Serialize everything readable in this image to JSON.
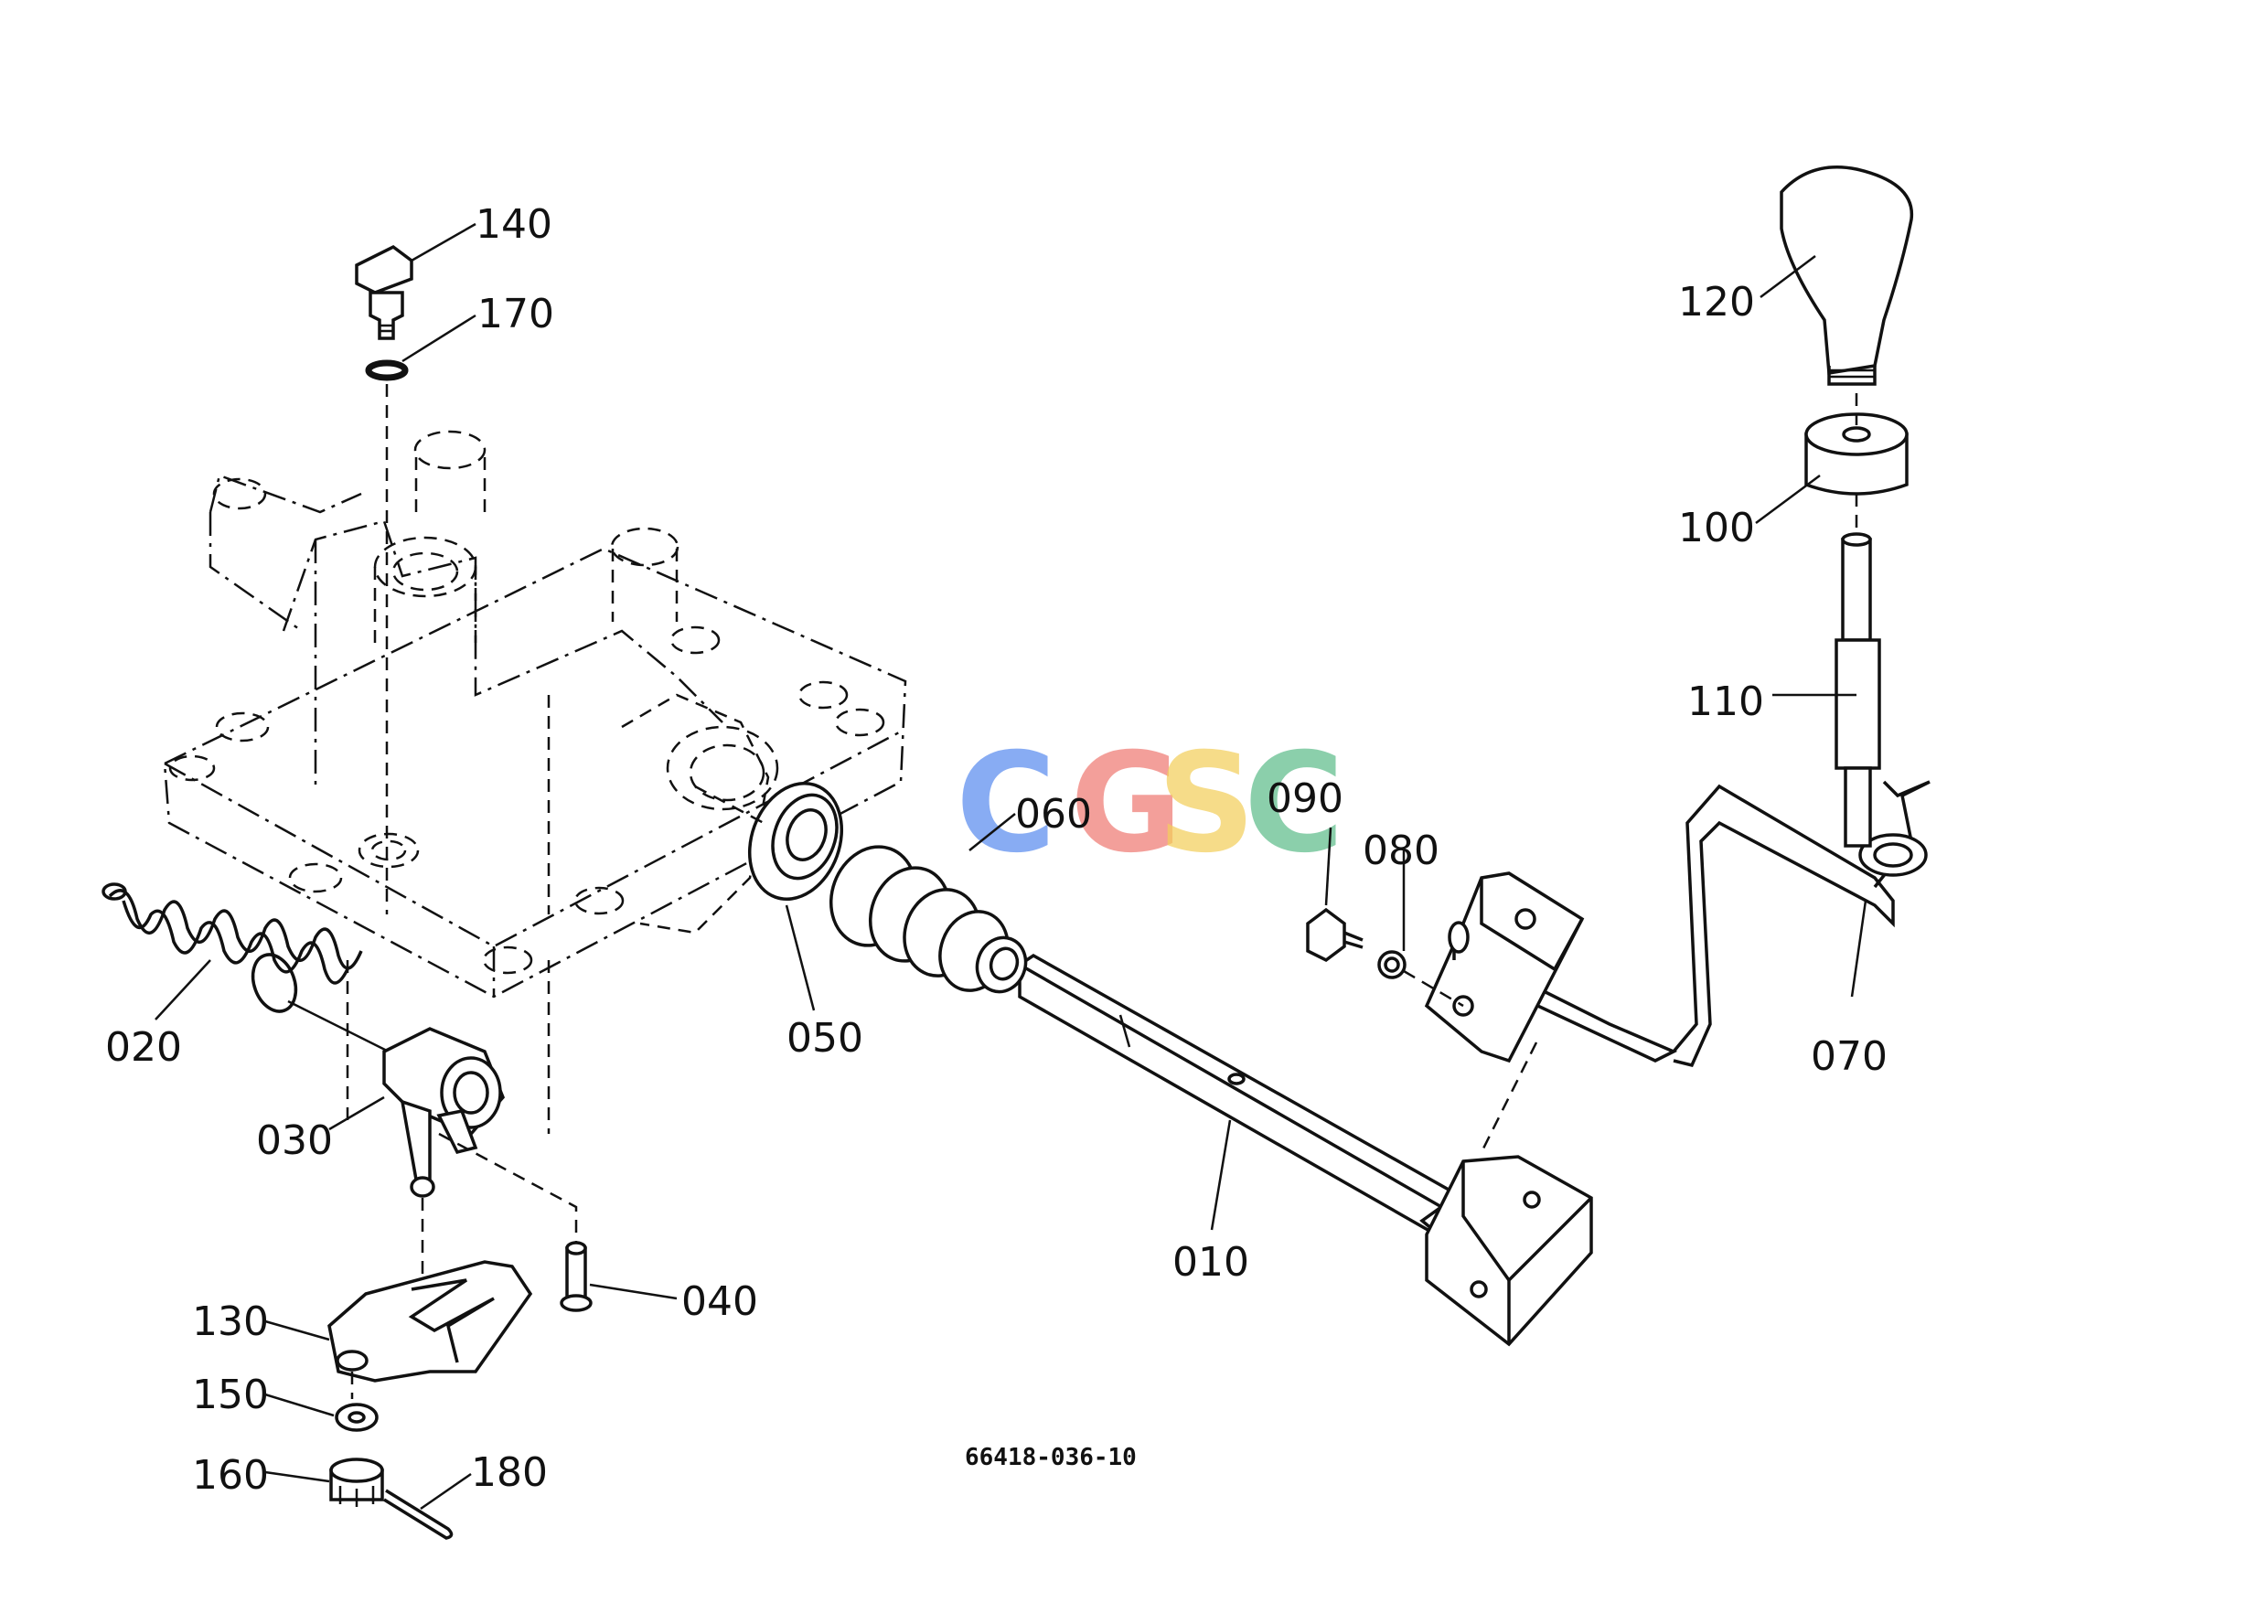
{
  "diagram": {
    "drawing_code": "66418-036-10",
    "watermark": {
      "letters": [
        "C",
        "G",
        "S",
        "C"
      ],
      "colors": [
        "#5b8def",
        "#ef7b74",
        "#f3cf5c",
        "#5fbd8c"
      ]
    },
    "labels": {
      "p010": "010",
      "p020": "020",
      "p030": "030",
      "p040": "040",
      "p050": "050",
      "p060": "060",
      "p070": "070",
      "p080": "080",
      "p090": "090",
      "p100": "100",
      "p110": "110",
      "p120": "120",
      "p130": "130",
      "p140": "140",
      "p150": "150",
      "p160": "160",
      "p170": "170",
      "p180": "180"
    }
  }
}
